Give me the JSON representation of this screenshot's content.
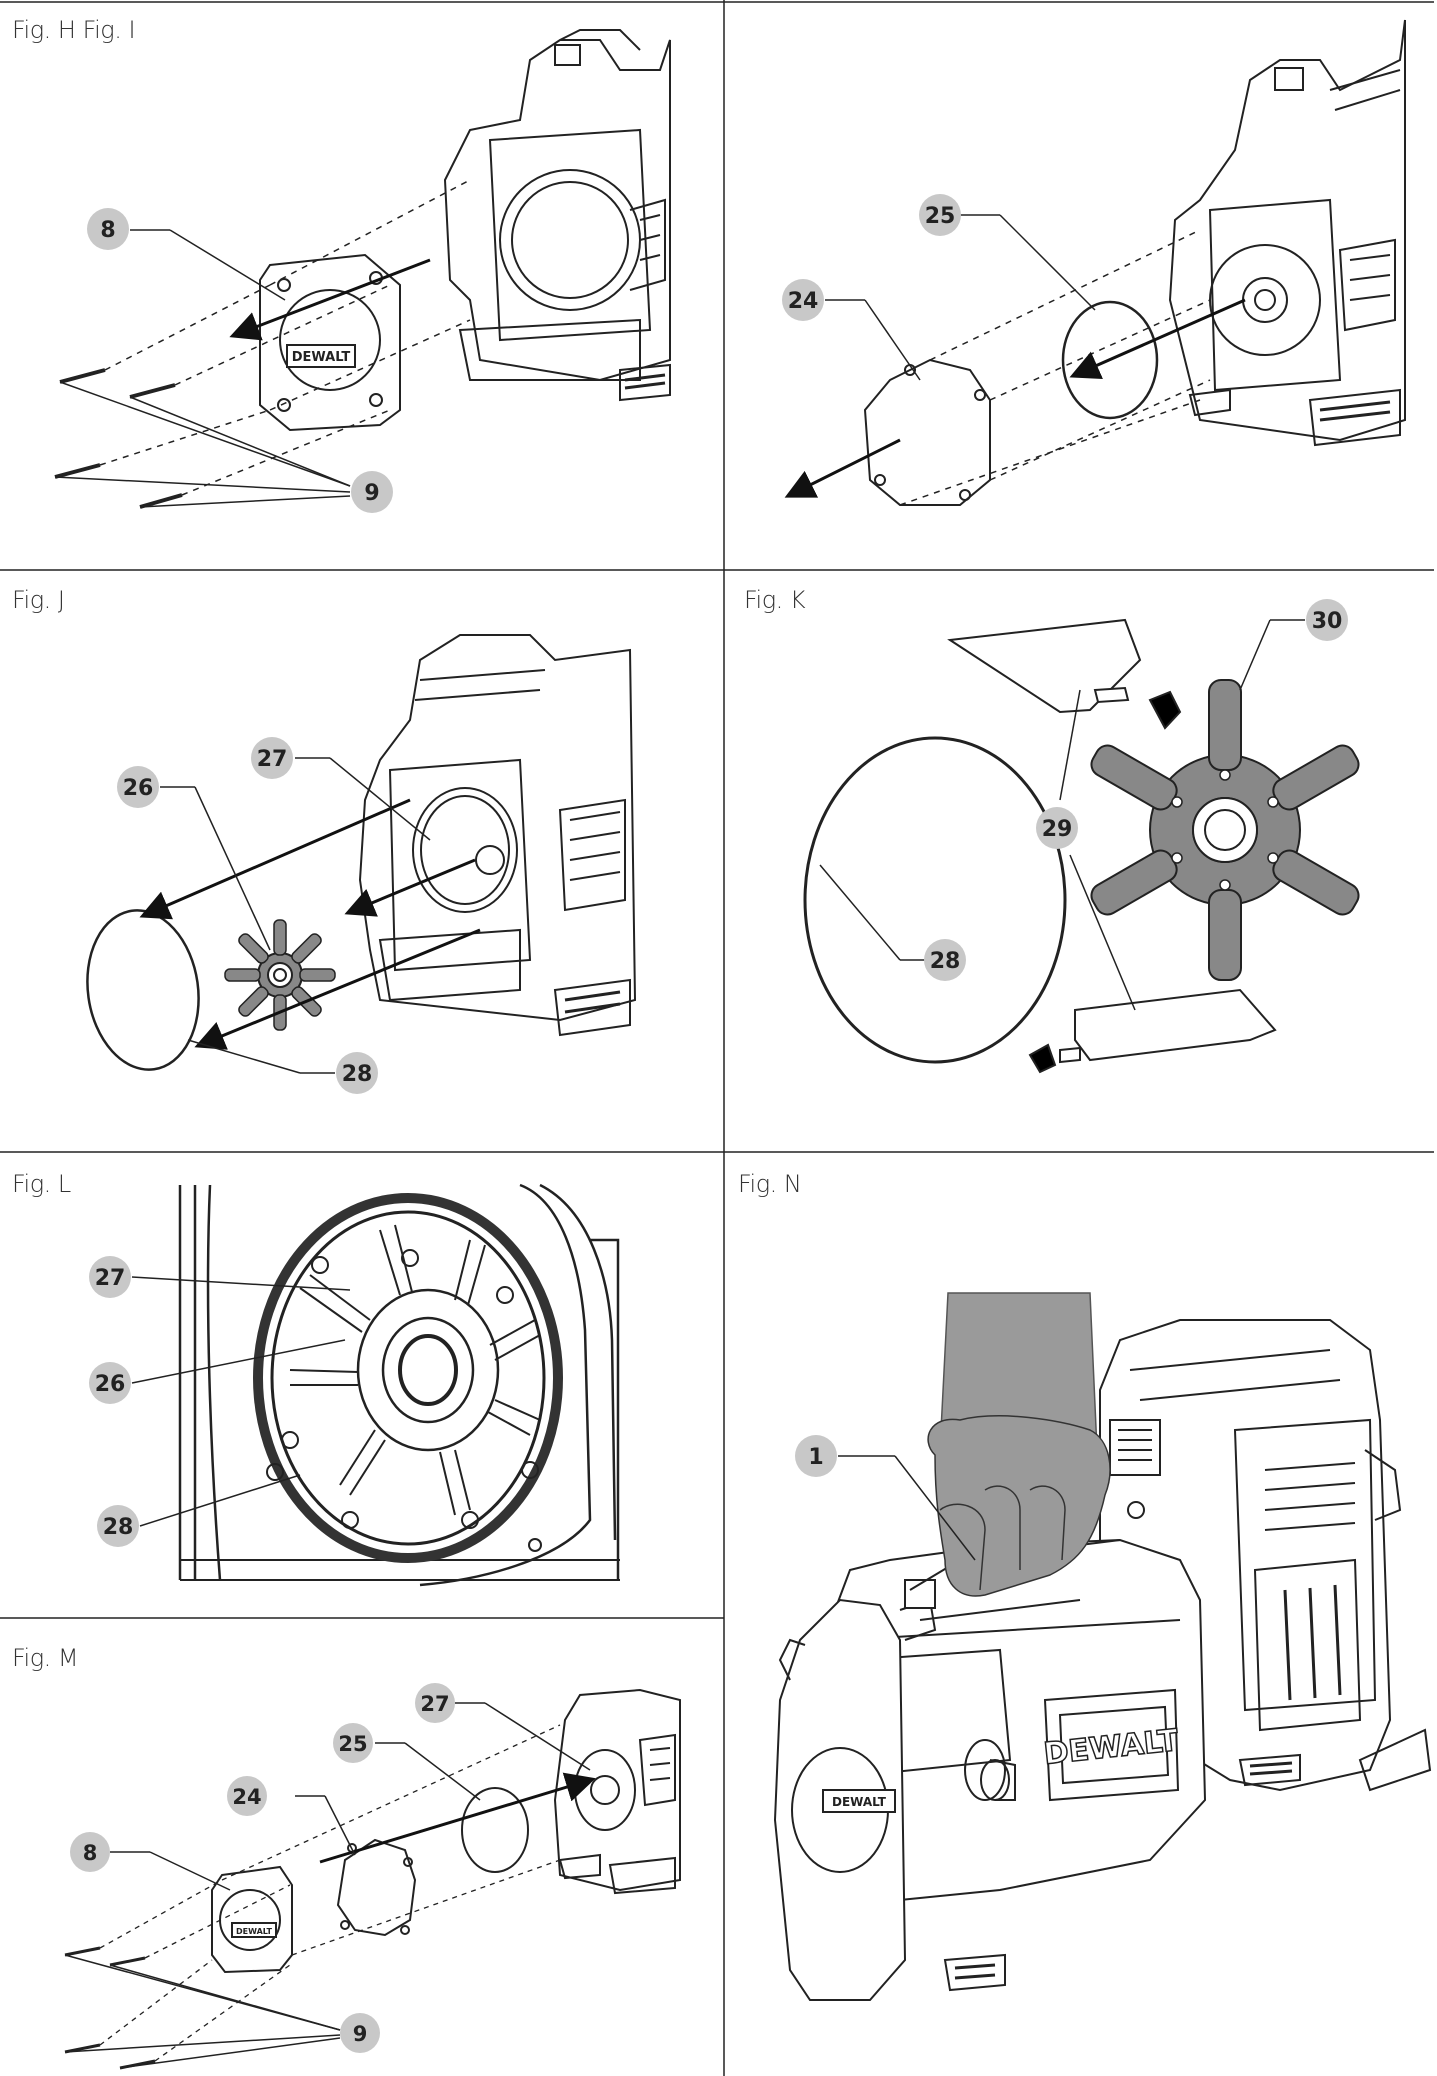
{
  "figures": {
    "h_i": {
      "label": "Fig. H Fig. I"
    },
    "j": {
      "label": "Fig. J"
    },
    "k": {
      "label": "Fig. K"
    },
    "l": {
      "label": "Fig. L"
    },
    "m": {
      "label": "Fig. M"
    },
    "n": {
      "label": "Fig. N"
    }
  },
  "callouts": {
    "h_8": "8",
    "h_9": "9",
    "i_25": "25",
    "i_24": "24",
    "j_27": "27",
    "j_26": "26",
    "j_28": "28",
    "k_30": "30",
    "k_29": "29",
    "k_28": "28",
    "l_27": "27",
    "l_26": "26",
    "l_28": "28",
    "m_27": "27",
    "m_25": "25",
    "m_24": "24",
    "m_8": "8",
    "m_9": "9",
    "n_1": "1"
  },
  "brand": {
    "logo_text": "DEWALT"
  },
  "colors": {
    "line": "#222222",
    "callout_fill": "#c8c8c8",
    "hand_fill": "#9a9a9a"
  }
}
